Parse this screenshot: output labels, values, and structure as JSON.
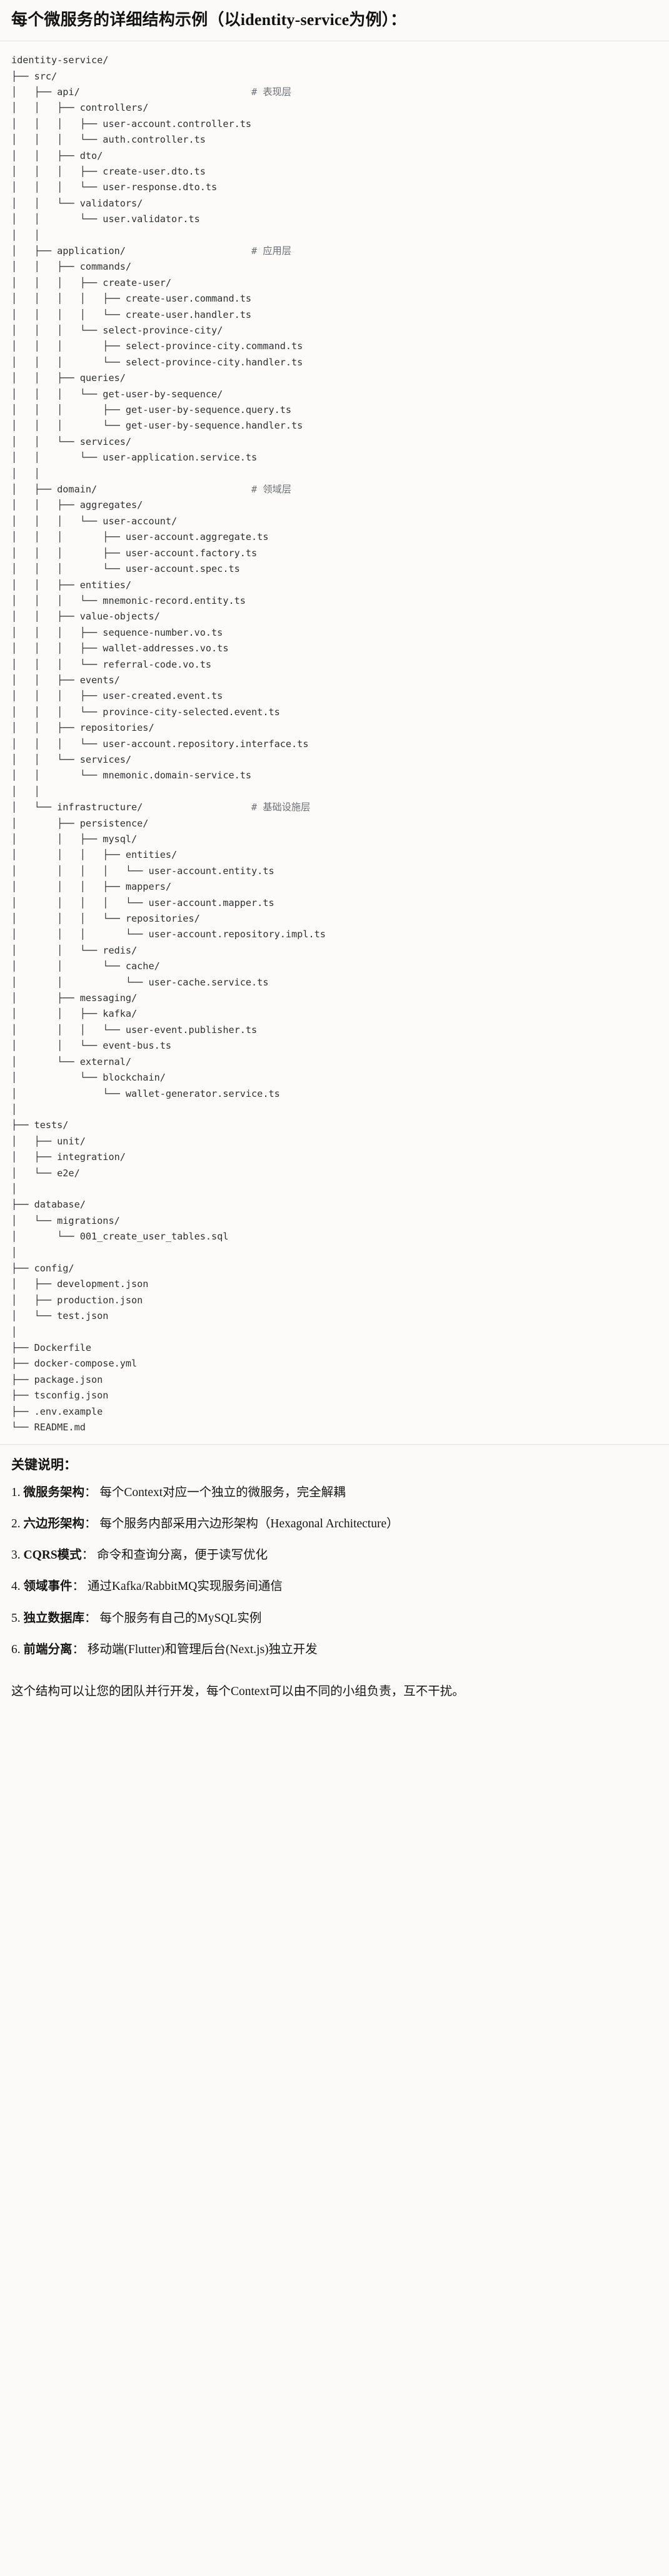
{
  "title": "每个微服务的详细结构示例（以identity-service为例）：",
  "code_block": {
    "language": "text",
    "root": "identity-service/",
    "comments": {
      "api": "# 表现层",
      "application": "# 应用层",
      "domain": "# 领域层",
      "infrastructure": "# 基础设施层"
    },
    "lines": [
      "identity-service/",
      "├── src/",
      "│   ├── api/                              # 表现层",
      "│   │   ├── controllers/",
      "│   │   │   ├── user-account.controller.ts",
      "│   │   │   └── auth.controller.ts",
      "│   │   ├── dto/",
      "│   │   │   ├── create-user.dto.ts",
      "│   │   │   └── user-response.dto.ts",
      "│   │   └── validators/",
      "│   │       └── user.validator.ts",
      "│   │",
      "│   ├── application/                      # 应用层",
      "│   │   ├── commands/",
      "│   │   │   ├── create-user/",
      "│   │   │   │   ├── create-user.command.ts",
      "│   │   │   │   └── create-user.handler.ts",
      "│   │   │   └── select-province-city/",
      "│   │   │       ├── select-province-city.command.ts",
      "│   │   │       └── select-province-city.handler.ts",
      "│   │   ├── queries/",
      "│   │   │   └── get-user-by-sequence/",
      "│   │   │       ├── get-user-by-sequence.query.ts",
      "│   │   │       └── get-user-by-sequence.handler.ts",
      "│   │   └── services/",
      "│   │       └── user-application.service.ts",
      "│   │",
      "│   ├── domain/                           # 领域层",
      "│   │   ├── aggregates/",
      "│   │   │   └── user-account/",
      "│   │   │       ├── user-account.aggregate.ts",
      "│   │   │       ├── user-account.factory.ts",
      "│   │   │       └── user-account.spec.ts",
      "│   │   ├── entities/",
      "│   │   │   └── mnemonic-record.entity.ts",
      "│   │   ├── value-objects/",
      "│   │   │   ├── sequence-number.vo.ts",
      "│   │   │   ├── wallet-addresses.vo.ts",
      "│   │   │   └── referral-code.vo.ts",
      "│   │   ├── events/",
      "│   │   │   ├── user-created.event.ts",
      "│   │   │   └── province-city-selected.event.ts",
      "│   │   ├── repositories/",
      "│   │   │   └── user-account.repository.interface.ts",
      "│   │   └── services/",
      "│   │       └── mnemonic.domain-service.ts",
      "│   │",
      "│   └── infrastructure/                   # 基础设施层",
      "│       ├── persistence/",
      "│       │   ├── mysql/",
      "│       │   │   ├── entities/",
      "│       │   │   │   └── user-account.entity.ts",
      "│       │   │   ├── mappers/",
      "│       │   │   │   └── user-account.mapper.ts",
      "│       │   │   └── repositories/",
      "│       │   │       └── user-account.repository.impl.ts",
      "│       │   └── redis/",
      "│       │       └── cache/",
      "│       │           └── user-cache.service.ts",
      "│       ├── messaging/",
      "│       │   ├── kafka/",
      "│       │   │   └── user-event.publisher.ts",
      "│       │   └── event-bus.ts",
      "│       └── external/",
      "│           └── blockchain/",
      "│               └── wallet-generator.service.ts",
      "│",
      "├── tests/",
      "│   ├── unit/",
      "│   ├── integration/",
      "│   └── e2e/",
      "│",
      "├── database/",
      "│   └── migrations/",
      "│       └── 001_create_user_tables.sql",
      "│",
      "├── config/",
      "│   ├── development.json",
      "│   ├── production.json",
      "│   └── test.json",
      "│",
      "├── Dockerfile",
      "├── docker-compose.yml",
      "├── package.json",
      "├── tsconfig.json",
      "├── .env.example",
      "└── README.md"
    ]
  },
  "keys_section": {
    "heading": "关键说明：",
    "items": [
      {
        "num": "1.",
        "term": "微服务架构",
        "sep": "：",
        "desc": "每个Context对应一个独立的微服务，完全解耦"
      },
      {
        "num": "2.",
        "term": "六边形架构",
        "sep": "：",
        "desc": "每个服务内部采用六边形架构（Hexagonal Architecture）"
      },
      {
        "num": "3.",
        "term": "CQRS模式",
        "sep": "：",
        "desc": "命令和查询分离，便于读写优化"
      },
      {
        "num": "4.",
        "term": "领域事件",
        "sep": "：",
        "desc": "通过Kafka/RabbitMQ实现服务间通信"
      },
      {
        "num": "5.",
        "term": "独立数据库",
        "sep": "：",
        "desc": "每个服务有自己的MySQL实例"
      },
      {
        "num": "6.",
        "term": "前端分离",
        "sep": "：",
        "desc": "移动端(Flutter)和管理后台(Next.js)独立开发"
      }
    ],
    "closing": "这个结构可以让您的团队并行开发，每个Context可以由不同的小组负责，互不干扰。"
  },
  "colors": {
    "page_background": "#fbfaf8",
    "code_background": "#fcfbf9",
    "text": "#1a1a1a",
    "code_text": "#2f3033",
    "comment_text": "#6d7075",
    "rule": "#e6e3dd"
  }
}
